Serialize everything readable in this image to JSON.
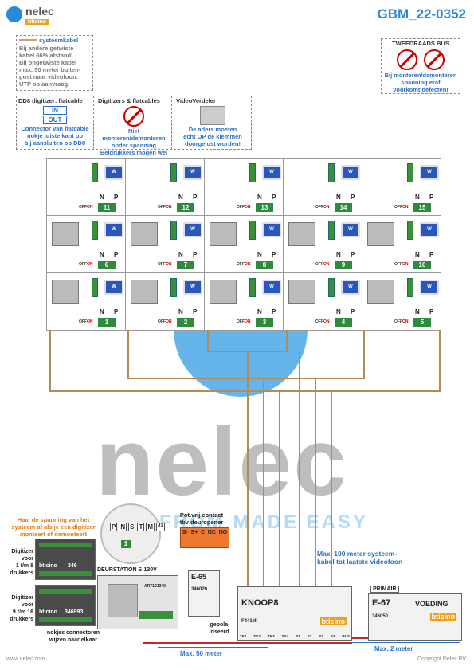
{
  "header": {
    "logo_text": "nelec",
    "logo_tagline": "FROM MADE EASY",
    "brand_badge": "bticino",
    "doc_code": "GBM_22-0352"
  },
  "colors": {
    "brand_blue": "#2a8ad4",
    "warning_red": "#c0392b",
    "terminal_green": "#3a8f3a",
    "monitor_blue": "#2b57b8"
  },
  "notes": {
    "cable": {
      "title": "systeemkabel",
      "lines": [
        "Bij andere getwiste",
        "kabel 66% afstand!",
        "Bij ongetwiste kabel",
        "max. 50 meter buiten-",
        "post naar videofoon.",
        "UTP op aanvraag."
      ]
    },
    "twowire": {
      "title": "TWEEDRAADS BUS",
      "lines": [
        "Bij monteren/demonteren",
        "spanning eraf",
        "voorkomt defecten!"
      ]
    },
    "dd8": {
      "title": "DD8 digitizer: flatcable",
      "in": "IN",
      "out": "OUT",
      "lines": [
        "Connector van flatcable",
        "nokje juiste kant op",
        "bij aansluiten op DD8"
      ]
    },
    "digitizers": {
      "title": "Digitizers & flatcables",
      "lines": [
        "Niet monteren/demonteren",
        "onder spanning",
        "Beldrukkers mogen wel"
      ]
    },
    "videoverdeler": {
      "title": "VideoVerdeler",
      "lines": [
        "De aders moeten",
        "echt OP de klemmen",
        "doorgelust worden!"
      ]
    }
  },
  "grid": {
    "labels": {
      "n": "N",
      "p": "P",
      "off": "OFF",
      "on": "ON",
      "monitor": "W"
    },
    "rows": [
      [
        "11",
        "12",
        "13",
        "14",
        "15"
      ],
      [
        "6",
        "7",
        "8",
        "9",
        "10"
      ],
      [
        "1",
        "2",
        "3",
        "4",
        "5"
      ]
    ]
  },
  "bottom": {
    "warning": [
      "Haal de spanning van het",
      "systeem af als je een digitizer",
      "monteert of demonteert"
    ],
    "digitizer1": {
      "label": [
        "Digitizer",
        "voor",
        "1 t/m 8",
        "drukkers"
      ],
      "code": "346"
    },
    "digitizer2": {
      "label": [
        "Digitizer",
        "voor",
        "9 t/m 16",
        "drukkers"
      ],
      "code": "346993"
    },
    "brand": "bticino",
    "nokjes": [
      "nokjes connectoren",
      "wijzen naar elkaar"
    ],
    "terminal_labels": [
      "P",
      "N",
      "S",
      "T",
      "M",
      "J1"
    ],
    "terminal_badge": "1",
    "pot_contact": [
      "Pot.vrij contact",
      "tbv deuropener"
    ],
    "relay_terms": [
      "S-",
      "S+",
      "C",
      "NC",
      "NO"
    ],
    "deurstation": "DEURSTATION S-130V",
    "deurstation_art": "ART101340",
    "e65": {
      "name": "E-65",
      "code": "346020"
    },
    "gepolariseerd": [
      "gepola-",
      "riseerd"
    ],
    "knoop": {
      "name": "KNOOP8",
      "code": "F441M",
      "brand": "bticino",
      "terms": [
        "TK1",
        "TK2",
        "TK3",
        "TK4",
        "S1",
        "S2",
        "S3",
        "S4",
        "BUS"
      ]
    },
    "voeding": {
      "primair": "PRIMAIR",
      "name": "E-67",
      "title": "VOEDING",
      "code": "346050",
      "brand": "bticino"
    },
    "max100": [
      "Max. 100 meter systeem-",
      "kabel tot laatste videofoon"
    ],
    "max50": "Max. 50 meter",
    "max2": "Max. 2 meter",
    "footer_left": "www.nelec.com",
    "footer_right": "Copyright Nelec BV"
  }
}
